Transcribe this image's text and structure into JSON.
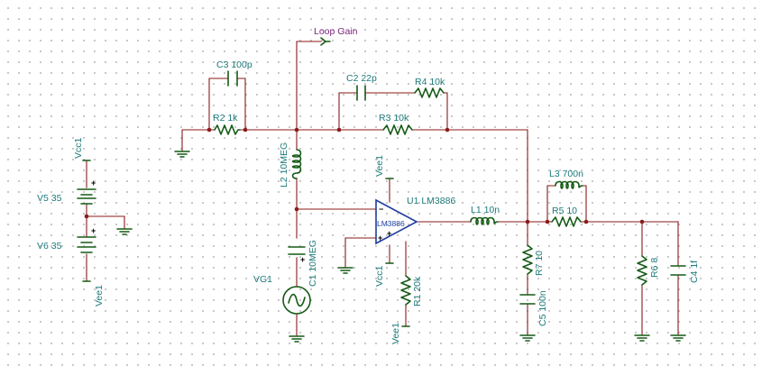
{
  "probe": {
    "name": "Loop Gain"
  },
  "components": {
    "c3": "C3 100p",
    "r2": "R2 1k",
    "c2": "C2 22p",
    "r4": "R4 10k",
    "r3": "R3 10k",
    "l2": "L2 10MEG",
    "c1": "C1 10MEG",
    "vg1": "VG1",
    "u1": "U1 LM3886",
    "u1_body": "LM3886",
    "r1": "R1 20k",
    "l1": "L1 10n",
    "l3": "L3 700n",
    "r5": "R5 10",
    "r7": "R7 10",
    "c5": "C5 100n",
    "r6": "R6 8",
    "c4": "C4 1f",
    "v5": "V5 35",
    "v6": "V6 35"
  },
  "nets": {
    "vcc_supply": "Vcc1",
    "vee_supply": "Vee1",
    "vee_opamp": "Vee1",
    "vcc_opamp": "Vcc1",
    "vee_r1": "Vee1"
  },
  "signs": {
    "plus": "+",
    "minus": "−"
  }
}
